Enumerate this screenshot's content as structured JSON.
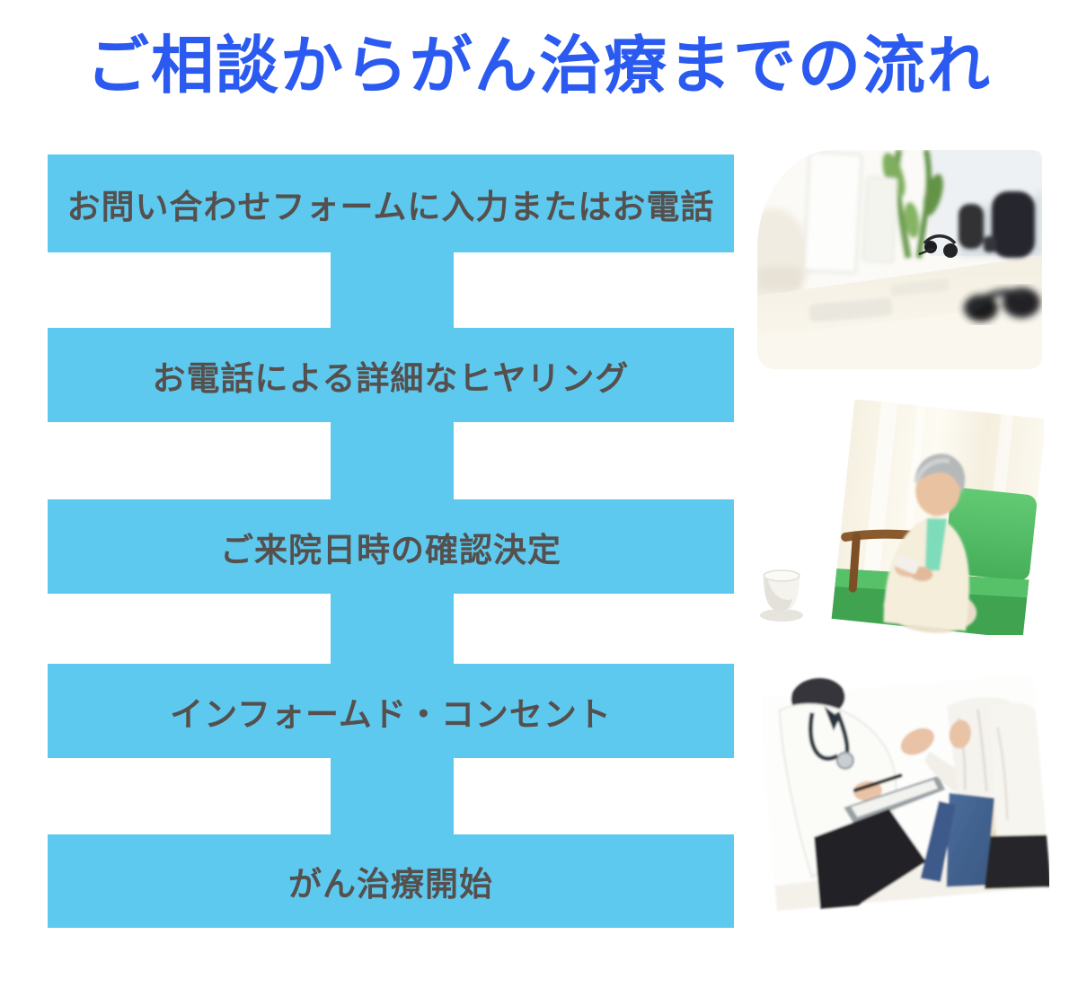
{
  "title": "ご相談からがん治療までの流れ",
  "flow": {
    "steps": [
      {
        "label": "お問い合わせフォームに入力またはお電話"
      },
      {
        "label": "お電話による詳細なヒヤリング"
      },
      {
        "label": "ご来院日時の確認決定"
      },
      {
        "label": "インフォームド・コンセント"
      },
      {
        "label": "がん治療開始"
      }
    ]
  },
  "photos": [
    {
      "name": "call-center-desk-photo"
    },
    {
      "name": "elderly-woman-sofa-photo"
    },
    {
      "name": "doctor-consultation-photo"
    }
  ],
  "colors": {
    "title_text": "#2B5AF0",
    "step_box_bg": "#5EC9EF",
    "step_text": "#55504E"
  }
}
